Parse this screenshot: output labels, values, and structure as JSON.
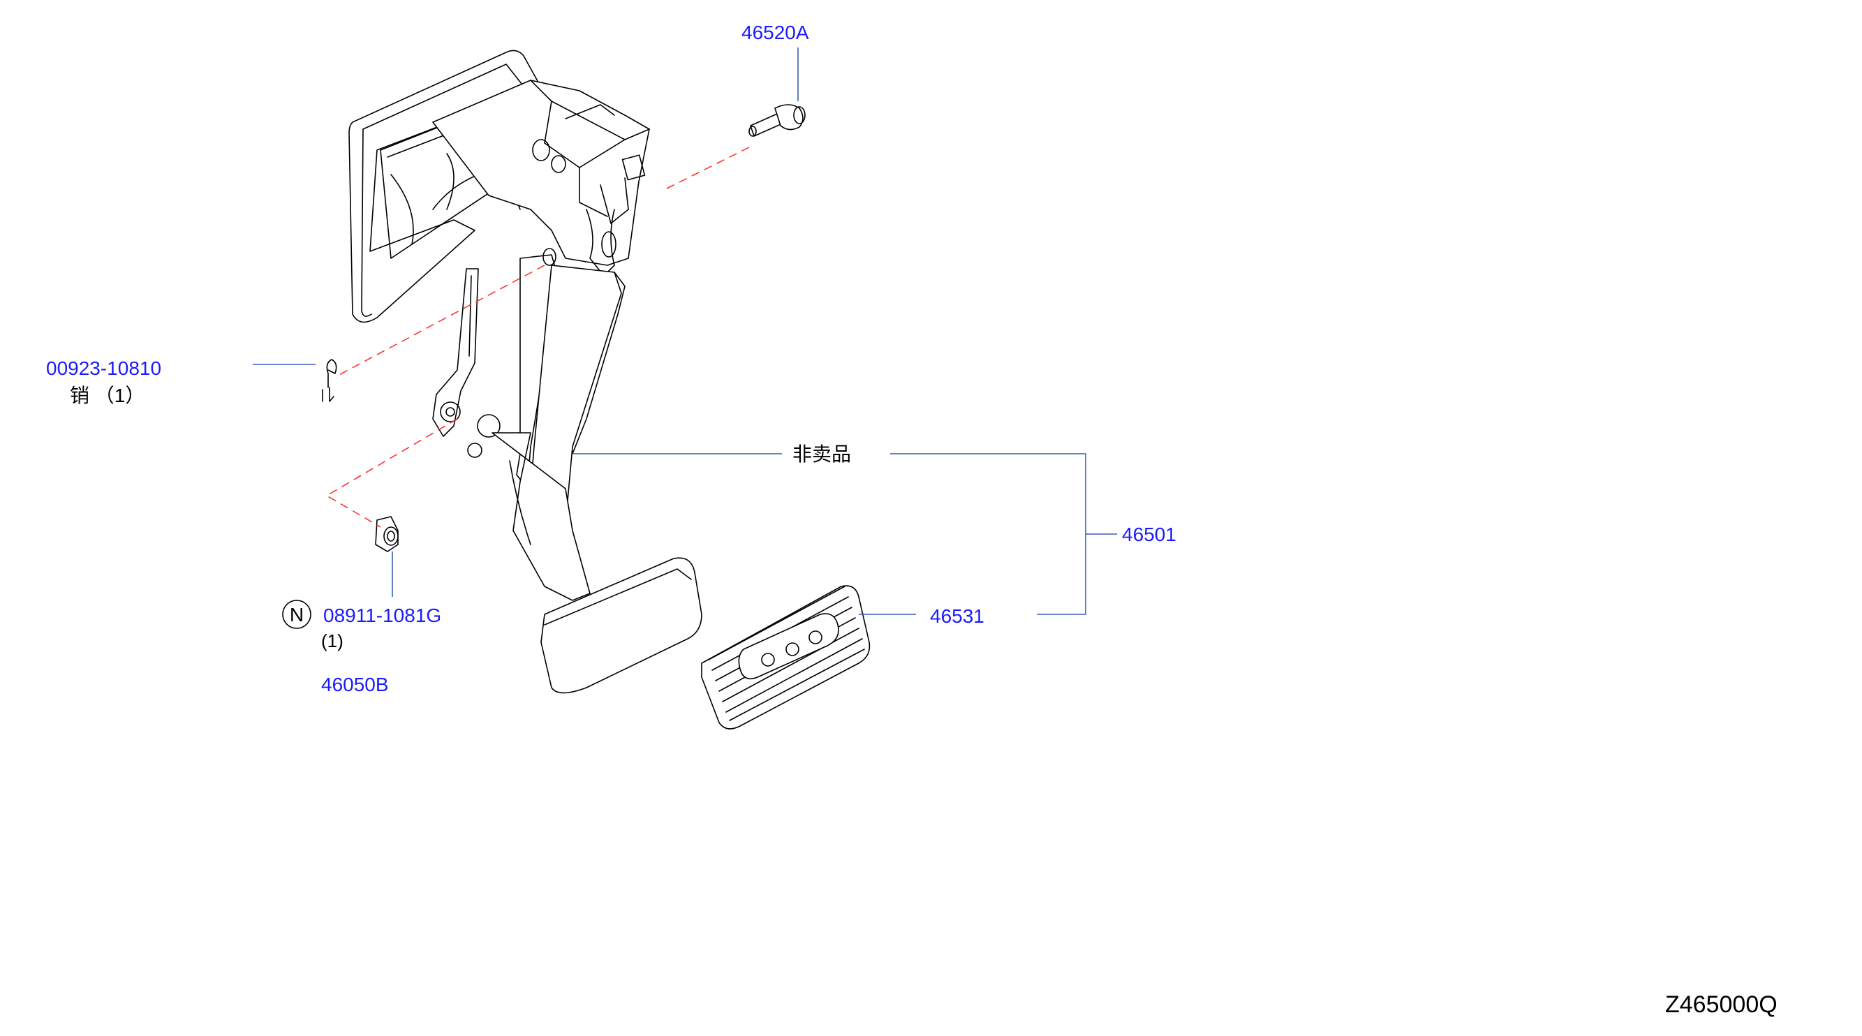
{
  "diagram_id": "Z465000Q",
  "colors": {
    "part_number": "#1a1aff",
    "leader_line": "#3a5fb0",
    "phantom_line": "#ff3333",
    "outline": "#000000"
  },
  "callouts": {
    "bolt": {
      "part_number": "46520A"
    },
    "pin": {
      "part_number": "00923-10810",
      "note": "销 （1）"
    },
    "nut": {
      "marker": "N",
      "part_number": "08911-1081G",
      "qty": "(1)",
      "group": "46050B"
    },
    "not_sold": {
      "note": "非卖品"
    },
    "assembly": {
      "part_number": "46501"
    },
    "pad": {
      "part_number": "46531"
    }
  }
}
